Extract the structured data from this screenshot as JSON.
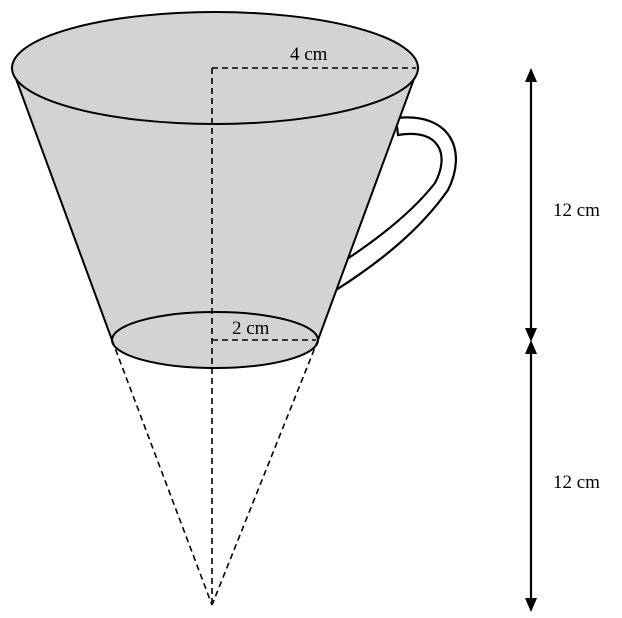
{
  "labels": {
    "top_radius": "4 cm",
    "bottom_radius": "2 cm",
    "upper_height": "12 cm",
    "lower_height": "12 cm"
  },
  "colors": {
    "cup_fill": "#d3d3d3",
    "stroke": "#000000",
    "background": "#ffffff"
  }
}
